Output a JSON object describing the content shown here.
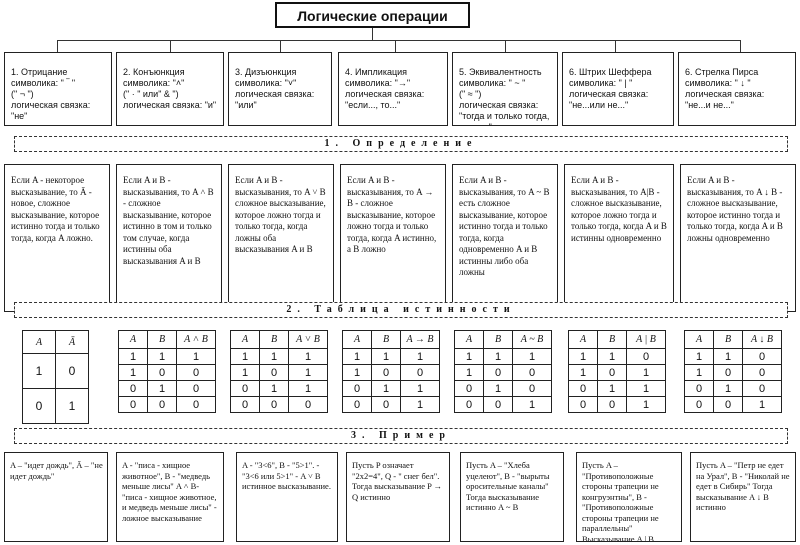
{
  "title": "Логические операции",
  "operations": [
    {
      "label": "1. Отрицание",
      "line2": "символика: \"  ‾  \"",
      "line3": "(\"  ¬  \")",
      "line4": "логическая связка: \"не\""
    },
    {
      "label": "2. Конъюнкция",
      "line2": "символика: \"˄\"",
      "line3": "(\"  ·  \" или\"  &  \")",
      "line4": "логическая связка: \"и\""
    },
    {
      "label": "3. Дизъюнкция",
      "line2": "символика: \"˅\"",
      "line3": "логическая связка:",
      "line4": "\"или\""
    },
    {
      "label": "4. Импликация",
      "line2": "символика: \"→\"",
      "line3": "логическая связка:",
      "line4": "\"если..., то...\""
    },
    {
      "label": "5. Эквивалентность",
      "line2": "символика: \" ~ \"",
      "line3": "(\" ≈ \")",
      "line4": "логическая связка: \"тогда и только тогда, когда...\""
    },
    {
      "label": "6. Штрих Шеффера",
      "line2": "символика: \" | \"",
      "line3": "логическая связка:",
      "line4": "\"не...или не...\""
    },
    {
      "label": "6. Стрелка Пирса",
      "line2": "символика: \" ↓ \"",
      "line3": "логическая связка:",
      "line4": "\"не...и не...\""
    }
  ],
  "sections": {
    "definition": "1. Определение",
    "truth_table": "2. Таблица истинности",
    "example": "3. Пример"
  },
  "definitions": [
    "Если A - некоторое высказывание, то Ā - новое, сложное высказывание, которое истинно тогда и только тогда, когда A ложно.",
    "Если A и B - высказывания, то A ˄ B - сложное высказывание, которое истинно в том и только том случае, когда истинны оба высказывания A и B",
    "Если A и B - высказывания, то A ˅ B сложное высказывание, которое ложно тогда и только тогда, когда ложны оба высказывания A и B",
    "Если A и B - высказывания, то A → B - сложное высказывание, которое ложно тогда и только тогда, когда A истинно, а B ложно",
    "Если A и B - высказывания, то A ~ B есть сложное высказывание, которое истинно тогда и только тогда, когда одновременно A и B истинны либо оба ложны",
    "Если A и B - высказывания, то A|B - сложное высказывание, которое ложно тогда и только тогда, когда A и B истинны одновременно",
    "Если A и B - высказывания, то A ↓ B - сложное высказывание, которое истинно тогда и только тогда, когда A и B ложны одновременно"
  ],
  "truth_tables": {
    "negation": {
      "headers": [
        "A",
        "Ā"
      ],
      "rows": [
        [
          "1",
          "0"
        ],
        [
          "0",
          "1"
        ]
      ]
    },
    "binary": [
      {
        "headers": [
          "A",
          "B",
          "A ˄ B"
        ],
        "rows": [
          [
            "1",
            "1",
            "1"
          ],
          [
            "1",
            "0",
            "0"
          ],
          [
            "0",
            "1",
            "0"
          ],
          [
            "0",
            "0",
            "0"
          ]
        ]
      },
      {
        "headers": [
          "A",
          "B",
          "A ˅ B"
        ],
        "rows": [
          [
            "1",
            "1",
            "1"
          ],
          [
            "1",
            "0",
            "1"
          ],
          [
            "0",
            "1",
            "1"
          ],
          [
            "0",
            "0",
            "0"
          ]
        ]
      },
      {
        "headers": [
          "A",
          "B",
          "A → B"
        ],
        "rows": [
          [
            "1",
            "1",
            "1"
          ],
          [
            "1",
            "0",
            "0"
          ],
          [
            "0",
            "1",
            "1"
          ],
          [
            "0",
            "0",
            "1"
          ]
        ]
      },
      {
        "headers": [
          "A",
          "B",
          "A ~ B"
        ],
        "rows": [
          [
            "1",
            "1",
            "1"
          ],
          [
            "1",
            "0",
            "0"
          ],
          [
            "0",
            "1",
            "0"
          ],
          [
            "0",
            "0",
            "1"
          ]
        ]
      },
      {
        "headers": [
          "A",
          "B",
          "A | B"
        ],
        "rows": [
          [
            "1",
            "1",
            "0"
          ],
          [
            "1",
            "0",
            "1"
          ],
          [
            "0",
            "1",
            "1"
          ],
          [
            "0",
            "0",
            "1"
          ]
        ]
      },
      {
        "headers": [
          "A",
          "B",
          "A ↓ B"
        ],
        "rows": [
          [
            "1",
            "1",
            "0"
          ],
          [
            "1",
            "0",
            "0"
          ],
          [
            "0",
            "1",
            "0"
          ],
          [
            "0",
            "0",
            "1"
          ]
        ]
      }
    ]
  },
  "examples": [
    "A – \"идет дождь\", Ā – \"не идет дождь\"",
    "A - \"писа - хищное животное\", B - \"медведь меньше лисы\" A ˄ B- \"писа - хищное животное, и медведь меньше лисы\" - ложное высказывание",
    "A - \"3<6\", B - \"5>1\". - \"3<6 или 5>1\" - A ˅ B истинное высказывание.",
    "Пусть P означает \"2x2=4\", Q - \" снег бел\". Тогда высказывание P → Q истинно",
    "Пусть A – \"Хлеба уцелеют\", B - \"вырыты оросительные каналы\" Тогда высказывание истинно A ~ B",
    "Пусть A – \"Противоположные стороны трапеции не конгруэнтны\", B - \"Противоположные стороны трапеции не параллельны\" Высказывание A | B истинно",
    "Пусть A – \"Петр не едет на Урал\", B - \"Николай не едет в Сибирь\" Тогда высказывание A ↓ B истинно"
  ]
}
